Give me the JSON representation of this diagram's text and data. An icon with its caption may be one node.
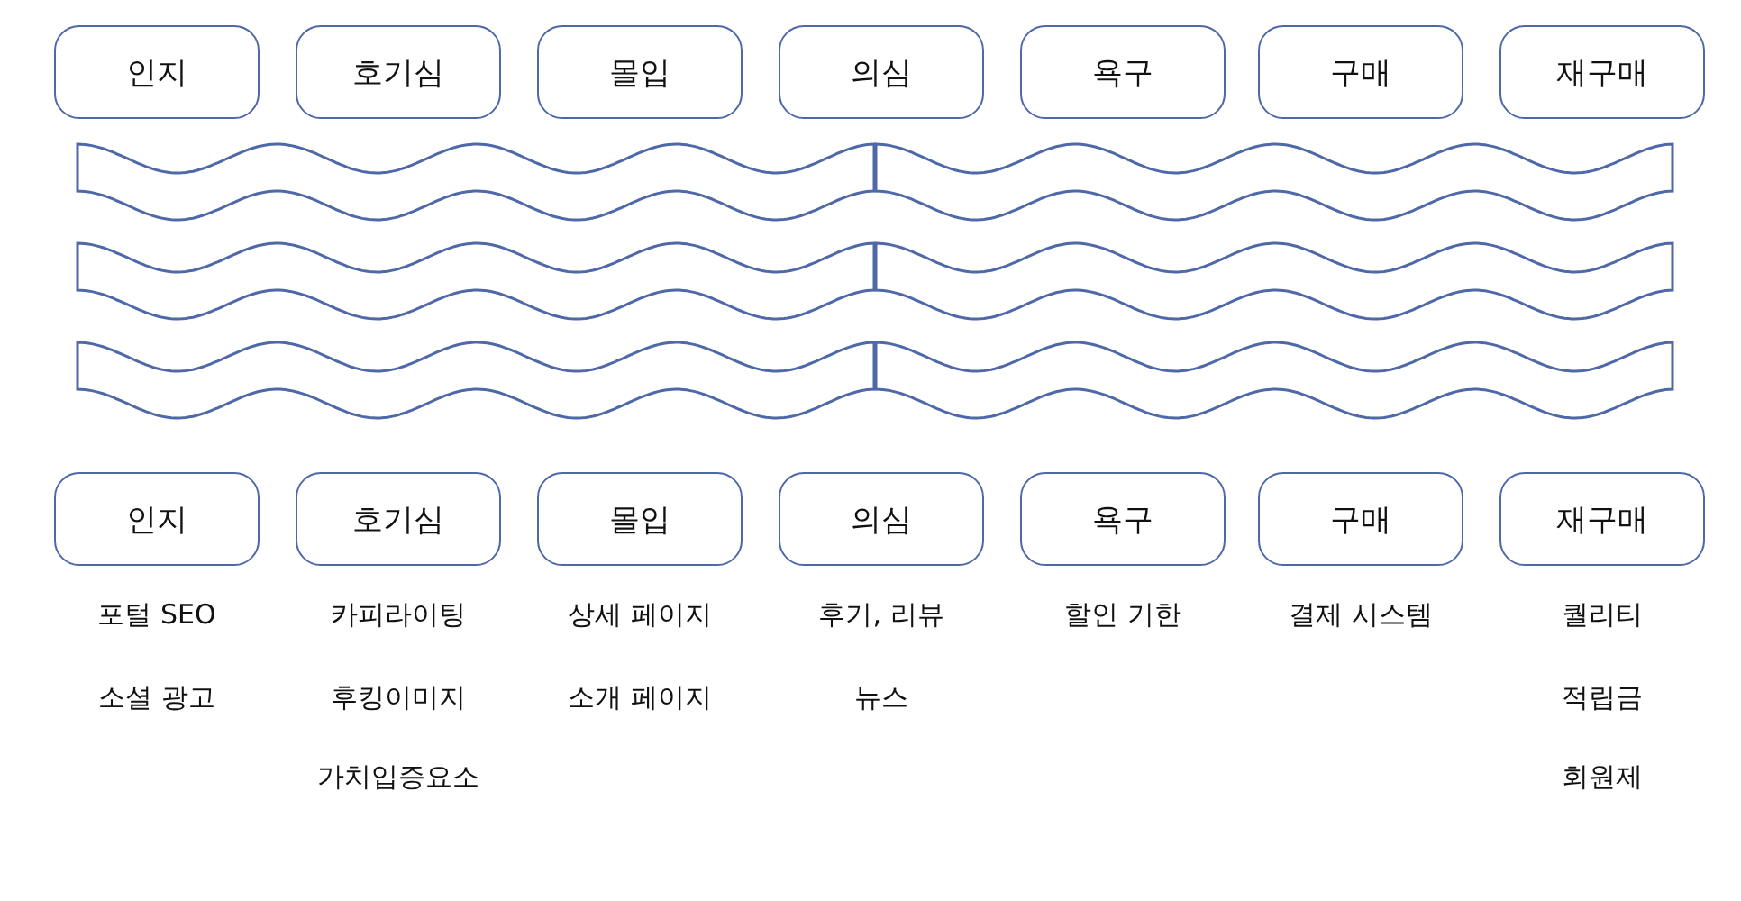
{
  "diagram": {
    "nodes": [
      {
        "text": [
          "인지"
        ]
      },
      {
        "text": [
          "호기심"
        ]
      },
      {
        "text": [
          "몰입"
        ]
      },
      {
        "text": [
          "의심"
        ]
      },
      {
        "text": [
          "욕구"
        ]
      },
      {
        "text": [
          "구매"
        ]
      },
      {
        "text": [
          "재구매"
        ]
      },
      {
        "text": [
          "인지"
        ],
        "beside": [
          "포털 SEO",
          "소셜 광고"
        ]
      },
      {
        "text": [
          "호기심"
        ],
        "beside": [
          "카피라이팅",
          "후킹이미지",
          "가치입증요소"
        ]
      },
      {
        "text": [
          "몰입"
        ],
        "beside": [
          "상세 페이지",
          "소개 페이지"
        ]
      },
      {
        "text": [
          "의심"
        ],
        "beside": [
          "후기, 리뷰",
          "뉴스"
        ]
      },
      {
        "text": [
          "욕구"
        ],
        "beside": [
          "할인 기한"
        ]
      },
      {
        "text": [
          "구매"
        ],
        "beside": [
          "결제 시스템"
        ]
      },
      {
        "text": [
          "재구매"
        ],
        "beside": [
          "퀄리티",
          "적립금",
          "회원제"
        ]
      }
    ]
  }
}
